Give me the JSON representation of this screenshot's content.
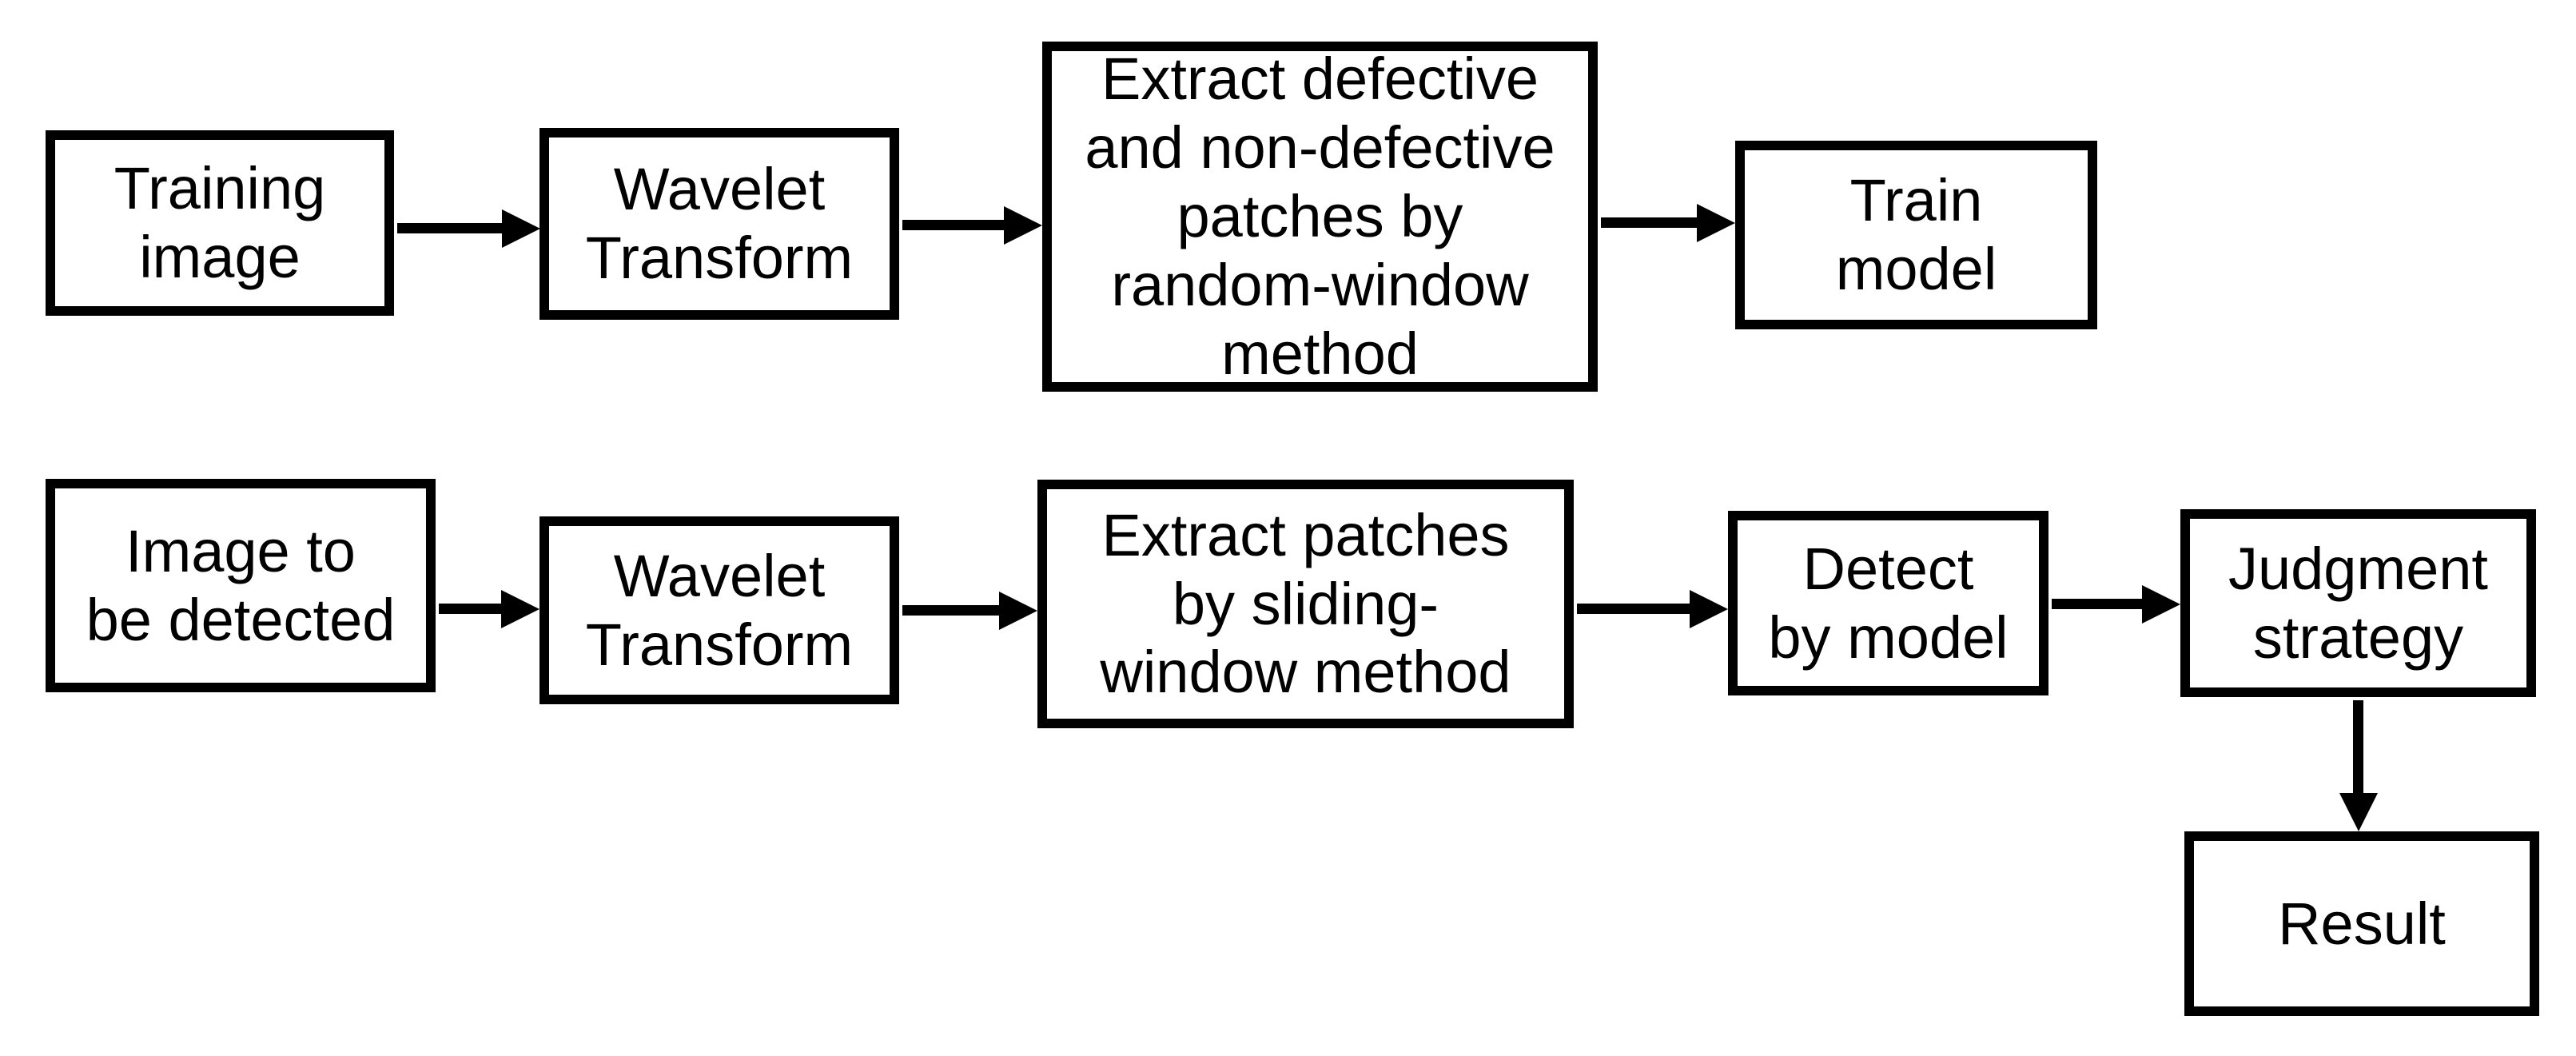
{
  "figure": {
    "type": "flowchart",
    "background_color": "#ffffff",
    "box_fill_color": "#ffffff",
    "line_color": "#000000",
    "nodes": [
      {
        "id": "training-image",
        "label": "Training\nimage"
      },
      {
        "id": "wavelet-top",
        "label": "Wavelet\nTransform"
      },
      {
        "id": "extract-random",
        "label": "Extract defective\nand non-defective\npatches by\nrandom-window\nmethod"
      },
      {
        "id": "train-model",
        "label": "Train\nmodel"
      },
      {
        "id": "image-detected",
        "label": "Image to\nbe detected"
      },
      {
        "id": "wavelet-bottom",
        "label": "Wavelet\nTransform"
      },
      {
        "id": "extract-sliding",
        "label": "Extract patches\nby sliding-\nwindow method"
      },
      {
        "id": "detect-model",
        "label": "Detect\nby model"
      },
      {
        "id": "judgment",
        "label": "Judgment\nstrategy"
      },
      {
        "id": "result",
        "label": "Result"
      }
    ],
    "connections": [
      {
        "from": "training-image",
        "to": "wavelet-top"
      },
      {
        "from": "wavelet-top",
        "to": "extract-random"
      },
      {
        "from": "extract-random",
        "to": "train-model"
      },
      {
        "from": "image-detected",
        "to": "wavelet-bottom"
      },
      {
        "from": "wavelet-bottom",
        "to": "extract-sliding"
      },
      {
        "from": "extract-sliding",
        "to": "detect-model"
      },
      {
        "from": "detect-model",
        "to": "judgment"
      },
      {
        "from": "judgment",
        "to": "result"
      }
    ]
  }
}
